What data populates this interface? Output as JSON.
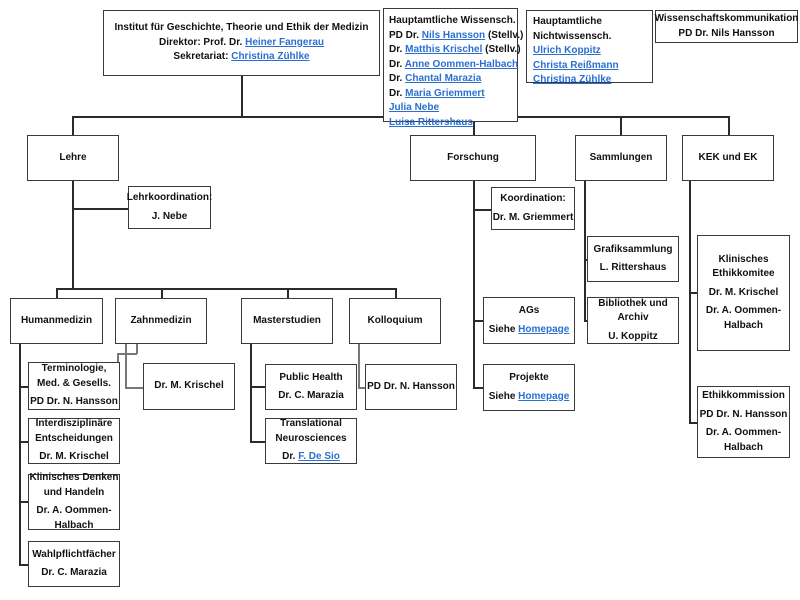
{
  "institute": {
    "title": "Institut für Geschichte, Theorie und Ethik der Medizin",
    "director_label": "Direktor: Prof. Dr.",
    "director_name": "Heiner Fangerau",
    "secretariat_label": "Sekretariat:",
    "secretariat_name": "Christina Zühlke"
  },
  "scientific_staff": {
    "heading": "Hauptamtliche Wissensch.",
    "members": [
      {
        "prefix": "PD Dr.",
        "name": "Nils Hansson",
        "suffix": "(Stellv.)"
      },
      {
        "prefix": "Dr.",
        "name": "Matthis Krischel",
        "suffix": "(Stellv.)"
      },
      {
        "prefix": "Dr.",
        "name": "Anne Oommen-Halbach",
        "suffix": ""
      },
      {
        "prefix": "Dr.",
        "name": "Chantal Marazia",
        "suffix": ""
      },
      {
        "prefix": "Dr.",
        "name": "Maria Griemmert",
        "suffix": ""
      },
      {
        "prefix": "",
        "name": "Julia Nebe",
        "suffix": ""
      },
      {
        "prefix": "",
        "name": "Luisa Rittershaus",
        "suffix": ""
      }
    ]
  },
  "non_scientific_staff": {
    "heading_1": "Hauptamtliche",
    "heading_2": "Nichtwissensch.",
    "members": [
      "Ulrich Koppitz",
      "Christa Reißmann",
      "Christina Zühlke"
    ]
  },
  "science_communication": {
    "heading": "Wissenschaftskommunikation",
    "person": "PD Dr. Nils Hansson"
  },
  "departments": {
    "lehre": {
      "title": "Lehre",
      "coordination_label": "Lehrkoordination:",
      "coordination_person": "J. Nebe",
      "programs": {
        "humanmedizin": {
          "title": "Humanmedizin",
          "items": [
            {
              "title_1": "Terminologie,",
              "title_2": "Med. & Gesells.",
              "person_1": "PD Dr. N. Hansson",
              "person_2": ""
            },
            {
              "title_1": "Interdisziplinäre",
              "title_2": "Entscheidungen",
              "person_1": "Dr. M. Krischel",
              "person_2": ""
            },
            {
              "title_1": "Klinisches Denken",
              "title_2": "und Handeln",
              "person_1": "Dr. A. Oommen-",
              "person_2": "Halbach"
            },
            {
              "title_1": "Wahlpflichtfächer",
              "title_2": "",
              "person_1": "Dr. C. Marazia",
              "person_2": ""
            }
          ]
        },
        "zahnmedizin": {
          "title": "Zahnmedizin",
          "person": "Dr. M. Krischel"
        },
        "masterstudien": {
          "title": "Masterstudien",
          "items": [
            {
              "title_1": "Public Health",
              "title_2": "",
              "person_prefix": "Dr. C. Marazia",
              "person_link": ""
            },
            {
              "title_1": "Translational",
              "title_2": "Neurosciences",
              "person_prefix": "Dr.",
              "person_link": "F. De Sio"
            }
          ]
        },
        "kolloquium": {
          "title": "Kolloquium",
          "person": "PD Dr. N. Hansson"
        }
      }
    },
    "forschung": {
      "title": "Forschung",
      "coordination_label": "Koordination:",
      "coordination_person": "Dr. M. Griemmert",
      "items": [
        {
          "title": "AGs",
          "see_label": "Siehe",
          "link": "Homepage"
        },
        {
          "title": "Projekte",
          "see_label": "Siehe",
          "link": "Homepage"
        }
      ]
    },
    "sammlungen": {
      "title": "Sammlungen",
      "items": [
        {
          "title_1": "Grafiksammlung",
          "title_2": "",
          "person": "L. Rittershaus"
        },
        {
          "title_1": "Bibliothek und",
          "title_2": "Archiv",
          "person": "U. Koppitz"
        }
      ]
    },
    "kek": {
      "title": "KEK und EK",
      "items": [
        {
          "title_1": "Klinisches",
          "title_2": "Ethikkomitee",
          "person_1": "Dr. M. Krischel",
          "person_2": "Dr. A. Oommen-",
          "person_3": "Halbach"
        },
        {
          "title_1": "Ethikkommission",
          "title_2": "",
          "person_1": "PD Dr. N. Hansson",
          "person_2": "Dr. A. Oommen-",
          "person_3": "Halbach"
        }
      ]
    }
  },
  "colors": {
    "link": "#2a6fd1",
    "border": "#3a3a3a",
    "text": "#111111"
  }
}
